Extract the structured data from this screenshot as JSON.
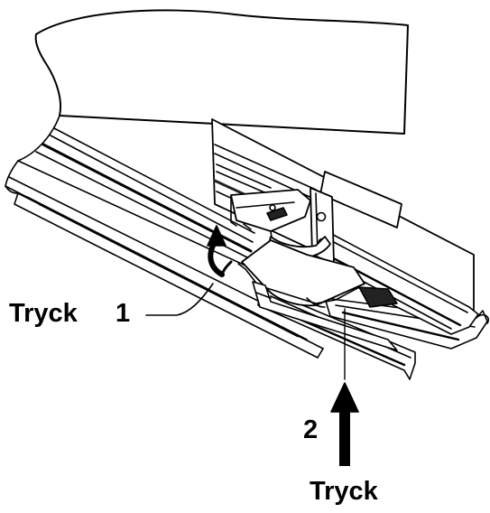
{
  "labels": {
    "press_left": "Tryck",
    "step_1": "1",
    "step_2": "2",
    "press_bottom": "Tryck"
  },
  "colors": {
    "line": "#000000",
    "fill": "#ffffff",
    "shade": "#222222"
  },
  "icons": {
    "curved_arrow": "curved-up-arrow-icon",
    "straight_arrow": "up-arrow-icon"
  }
}
